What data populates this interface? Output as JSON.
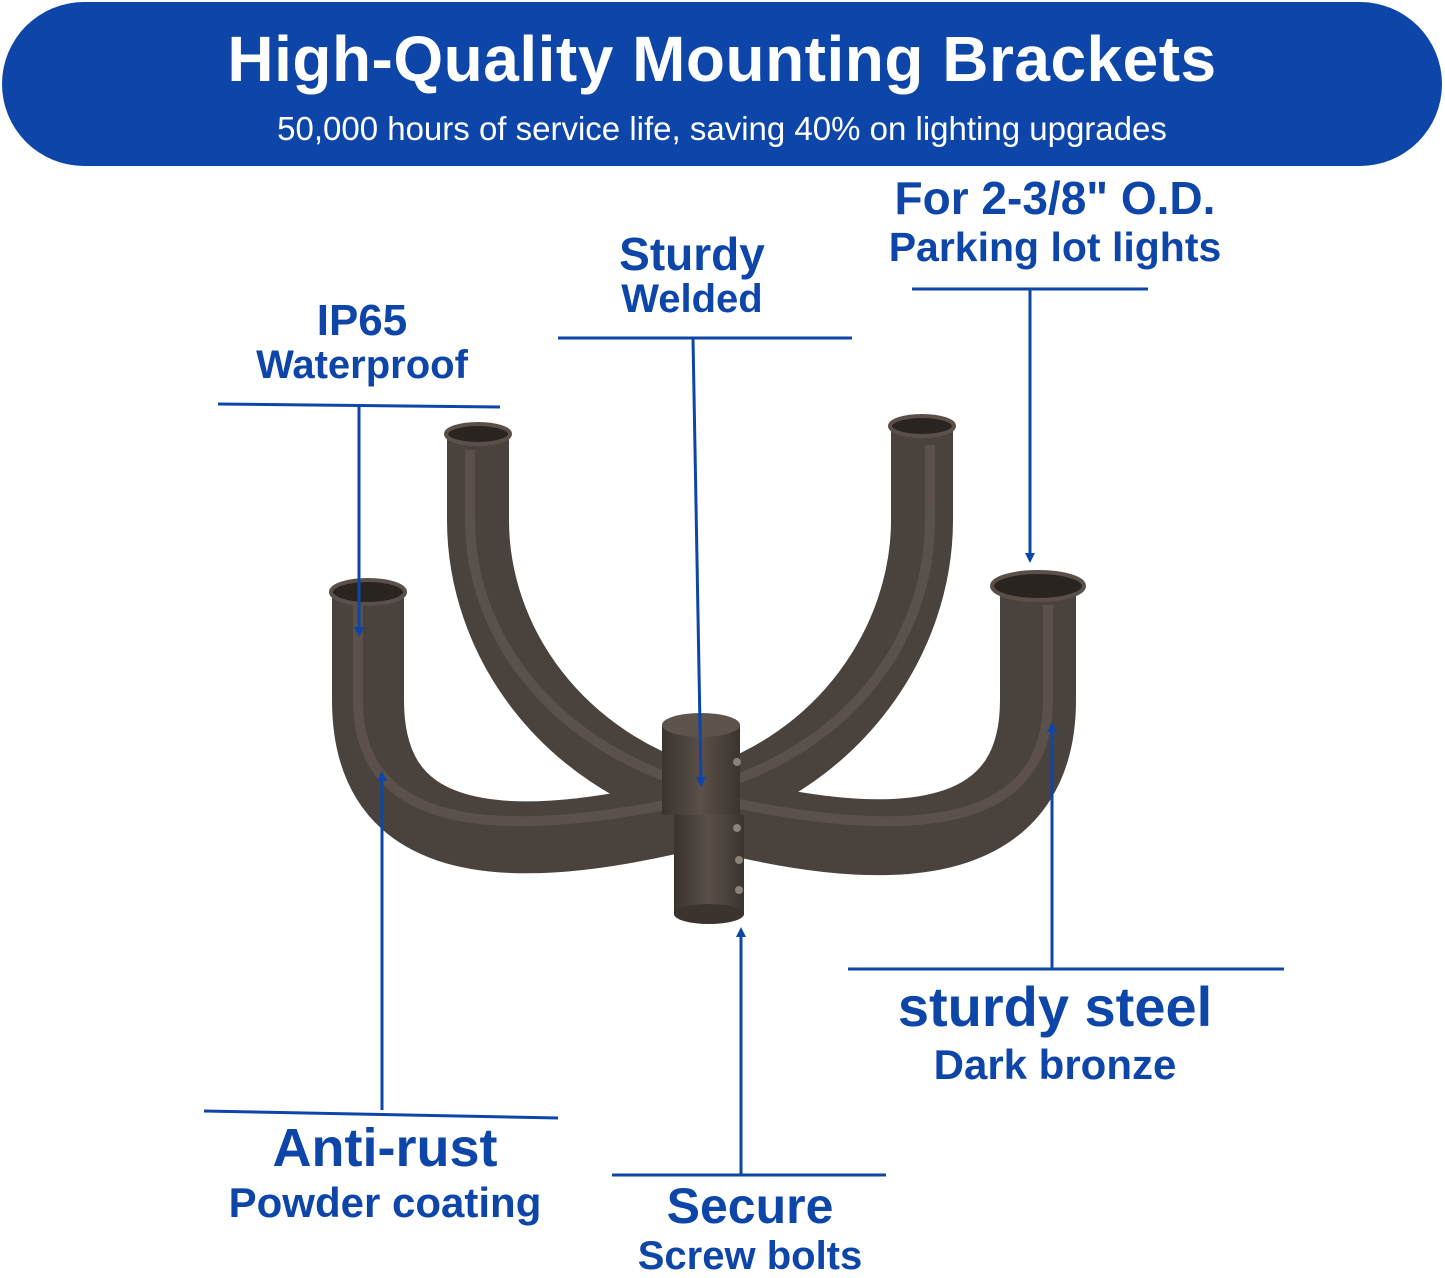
{
  "banner": {
    "title": "High-Quality Mounting Brackets",
    "subtitle": "50,000 hours of service life, saving 40% on lighting upgrades"
  },
  "callouts": {
    "ip65": {
      "line1": "IP65",
      "line2": "Waterproof"
    },
    "welded": {
      "line1": "Sturdy",
      "line2": "Welded"
    },
    "od": {
      "line1": "For 2-3/8\" O.D.",
      "line2": "Parking lot lights"
    },
    "rust": {
      "line1": "Anti-rust",
      "line2": "Powder coating"
    },
    "secure": {
      "line1": "Secure",
      "line2": "Screw bolts"
    },
    "steel": {
      "line1": "sturdy steel",
      "line2": "Dark bronze"
    }
  },
  "colors": {
    "brand_blue": "#0d46a8",
    "bracket_bronze": "#4a423c",
    "banner_text": "#ffffff"
  }
}
